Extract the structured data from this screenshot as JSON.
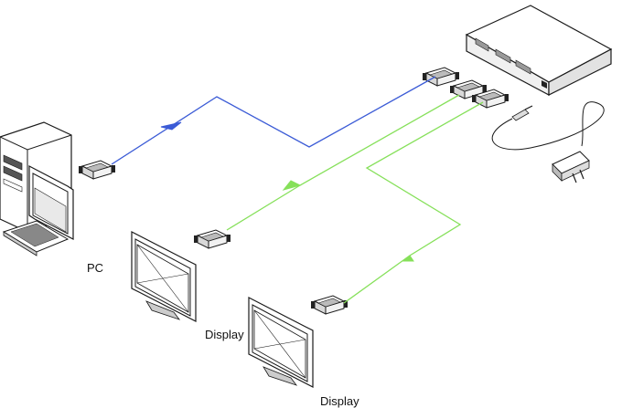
{
  "labels": {
    "pc": "PC",
    "display_1": "Display",
    "display_2": "Display"
  },
  "colors": {
    "input_cable": "#3b5bd6",
    "output_cable": "#86e05a",
    "line_art": "#1a1a1a",
    "background": "#ffffff"
  },
  "icons": [
    "pc-tower-icon",
    "crt-monitor-icon",
    "keyboard-icon",
    "splitter-box-icon",
    "vga-connector-icon",
    "power-adapter-icon",
    "lcd-display-icon"
  ]
}
